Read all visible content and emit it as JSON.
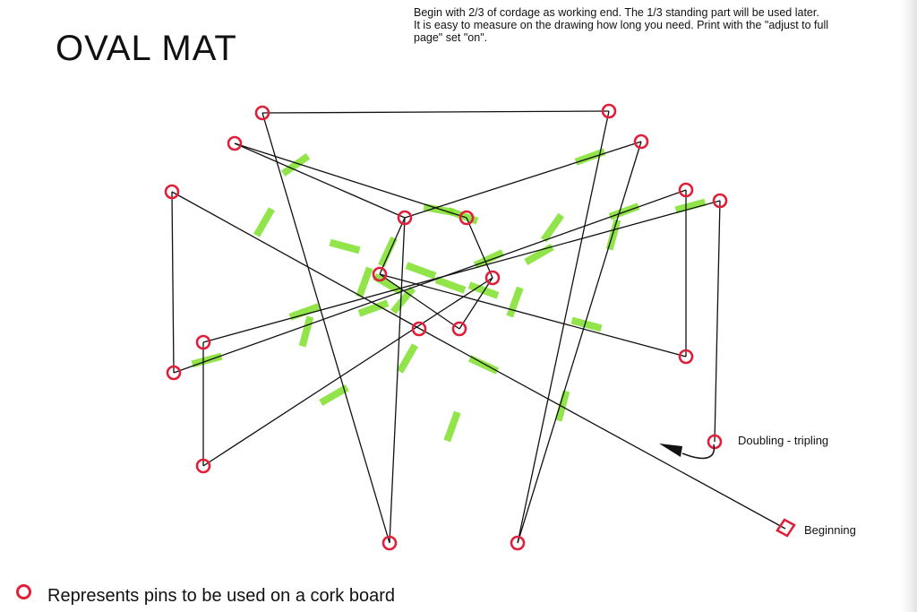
{
  "title": "OVAL MAT",
  "instructions": [
    "Begin with 2/3 of  cordage as working end. The 1/3 standing part will be used later.",
    "It is easy to measure on the drawing how long you need. Print with the \"adjust to full",
    "page\"  set \"on\"."
  ],
  "labels": {
    "doubling": "Doubling - tripling",
    "beginning": "Beginning"
  },
  "legend": {
    "text": "Represents pins to be used on a cork board"
  },
  "colors": {
    "pin": "#e0203a",
    "line": "#111111",
    "crossing_mark": "#7ee02a"
  }
}
